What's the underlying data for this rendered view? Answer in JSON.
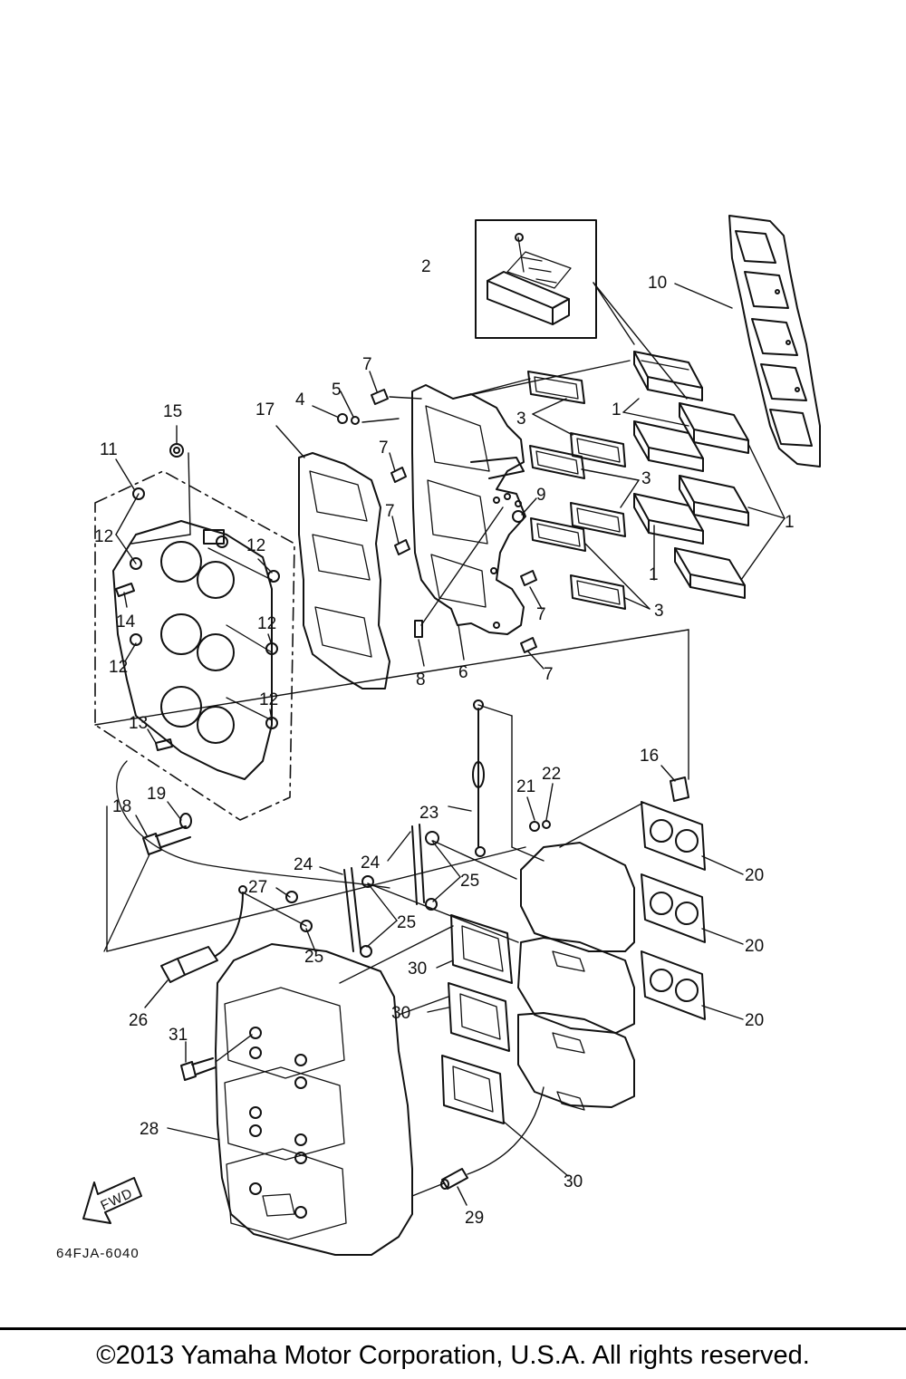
{
  "diagram_code": "64FJA-6040",
  "fwd_label": "FWD",
  "copyright": "©2013 Yamaha Motor Corporation, U.S.A. All rights reserved.",
  "callouts": {
    "c1a": "1",
    "c1b": "1",
    "c1c": "1",
    "c2": "2",
    "c3a": "3",
    "c3b": "3",
    "c3c": "3",
    "c4": "4",
    "c5": "5",
    "c6": "6",
    "c7a": "7",
    "c7b": "7",
    "c7c": "7",
    "c7d": "7",
    "c7e": "7",
    "c8": "8",
    "c9": "9",
    "c10": "10",
    "c11": "11",
    "c12a": "12",
    "c12b": "12",
    "c12c": "12",
    "c12d": "12",
    "c12e": "12",
    "c13": "13",
    "c14": "14",
    "c15": "15",
    "c16": "16",
    "c17": "17",
    "c18": "18",
    "c19": "19",
    "c20a": "20",
    "c20b": "20",
    "c20c": "20",
    "c21": "21",
    "c22": "22",
    "c23": "23",
    "c24a": "24",
    "c24b": "24",
    "c25a": "25",
    "c25b": "25",
    "c25c": "25",
    "c26": "26",
    "c27": "27",
    "c28": "28",
    "c29": "29",
    "c30a": "30",
    "c30b": "30",
    "c30c": "30",
    "c31": "31"
  }
}
